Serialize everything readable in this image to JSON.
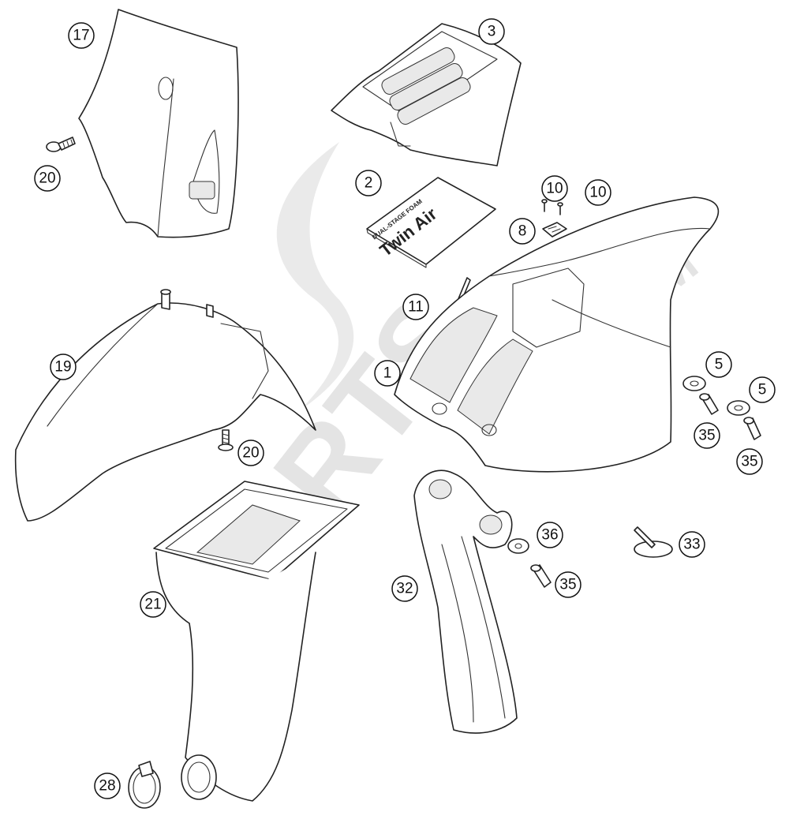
{
  "labels": [
    {
      "id": "part-1",
      "text": "1"
    },
    {
      "id": "part-2",
      "text": "2"
    },
    {
      "id": "part-3",
      "text": "3"
    },
    {
      "id": "part-5a",
      "text": "5"
    },
    {
      "id": "part-5b",
      "text": "5"
    },
    {
      "id": "part-8",
      "text": "8"
    },
    {
      "id": "part-10a",
      "text": "10"
    },
    {
      "id": "part-10b",
      "text": "10"
    },
    {
      "id": "part-11",
      "text": "11"
    },
    {
      "id": "part-17",
      "text": "17"
    },
    {
      "id": "part-19",
      "text": "19"
    },
    {
      "id": "part-20a",
      "text": "20"
    },
    {
      "id": "part-20b",
      "text": "20"
    },
    {
      "id": "part-21",
      "text": "21"
    },
    {
      "id": "part-28",
      "text": "28"
    },
    {
      "id": "part-32",
      "text": "32"
    },
    {
      "id": "part-33",
      "text": "33"
    },
    {
      "id": "part-35a",
      "text": "35"
    },
    {
      "id": "part-35b",
      "text": "35"
    },
    {
      "id": "part-35c",
      "text": "35"
    },
    {
      "id": "part-36",
      "text": "36"
    }
  ],
  "filter_box": {
    "brand": "Twin Air",
    "subtitle": "DUAL-STAGE FOAM"
  },
  "watermark": {
    "main": "PARTS",
    "suffix": ".COM"
  }
}
